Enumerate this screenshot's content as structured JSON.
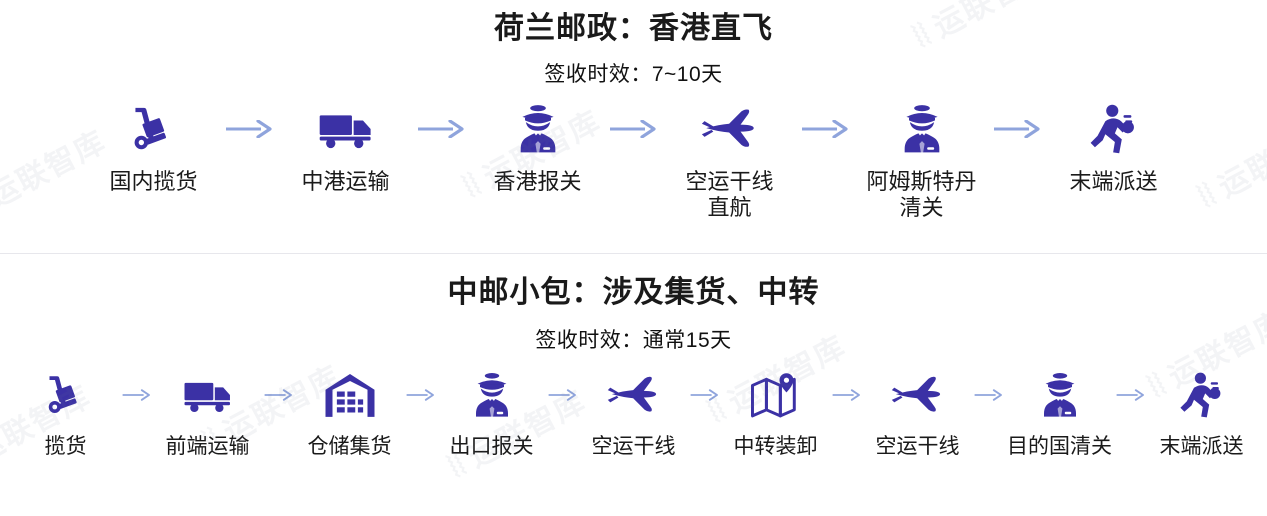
{
  "colors": {
    "icon": "#3B31A5",
    "arrow": "#8FA4DC",
    "text": "#1a1a1a",
    "divider": "#e7e7ec",
    "background": "#ffffff"
  },
  "watermark": {
    "text": "运联智库"
  },
  "sections": [
    {
      "id": "direct",
      "title": "荷兰邮政：香港直飞",
      "subtitle": "签收时效：7~10天",
      "steps": [
        {
          "label": "国内揽货",
          "icon": "hand-truck-icon"
        },
        {
          "label": "中港运输",
          "icon": "truck-icon"
        },
        {
          "label": "香港报关",
          "icon": "customs-officer-icon"
        },
        {
          "label": "空运干线\n直航",
          "icon": "airplane-icon"
        },
        {
          "label": "阿姆斯特丹\n清关",
          "icon": "customs-officer-icon"
        },
        {
          "label": "末端派送",
          "icon": "courier-running-icon"
        }
      ]
    },
    {
      "id": "consolidated",
      "title": "中邮小包：涉及集货、中转",
      "subtitle": "签收时效：通常15天",
      "steps": [
        {
          "label": "揽货",
          "icon": "hand-truck-icon"
        },
        {
          "label": "前端运输",
          "icon": "truck-icon"
        },
        {
          "label": "仓储集货",
          "icon": "warehouse-icon"
        },
        {
          "label": "出口报关",
          "icon": "customs-officer-icon"
        },
        {
          "label": "空运干线",
          "icon": "airplane-icon"
        },
        {
          "label": "中转装卸",
          "icon": "map-pin-icon"
        },
        {
          "label": "空运干线",
          "icon": "airplane-icon"
        },
        {
          "label": "目的国清关",
          "icon": "customs-officer-icon"
        },
        {
          "label": "末端派送",
          "icon": "courier-running-icon"
        }
      ]
    }
  ]
}
